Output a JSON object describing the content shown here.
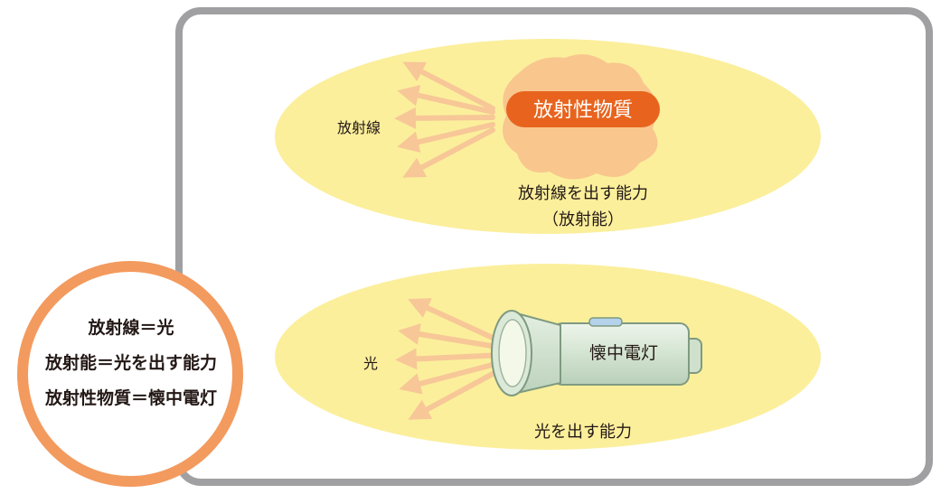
{
  "top_panel": {
    "ray_label": "放射線",
    "badge_label": "放射性物質",
    "caption_line1": "放射線を出す能力",
    "caption_line2": "（放射能）"
  },
  "bottom_panel": {
    "ray_label": "光",
    "flashlight_label": "懐中電灯",
    "caption": "光を出す能力"
  },
  "analogy_circle": {
    "lines": [
      "放射線＝光",
      "放射能＝光を出す能力",
      "放射性物質＝懐中電灯"
    ]
  },
  "colors": {
    "frame_border": "#a0a0a3",
    "ellipse_fill": "#fbef9c",
    "ray_arrow": "#f7c797",
    "blob": "#f9c68e",
    "badge": "#e8641e",
    "circle_border": "#f39a5e",
    "flashlight_body": "#d6e6d4"
  },
  "icons": [
    "ray-arrow-icon",
    "radioactive-blob-icon",
    "flashlight-icon"
  ]
}
